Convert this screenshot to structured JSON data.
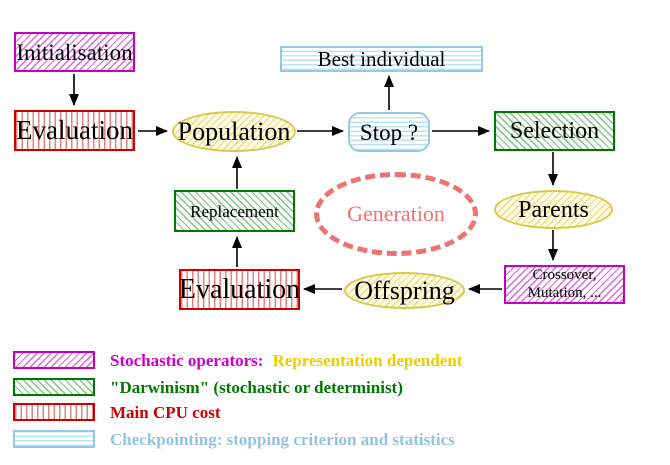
{
  "diagram": {
    "nodes": {
      "initialisation": "Initialisation",
      "evaluation_top": "Evaluation",
      "population": "Population",
      "best_individual": "Best individual",
      "stop": "Stop ?",
      "selection": "Selection",
      "parents": "Parents",
      "crossover_line1": "Crossover,",
      "crossover_line2": "Mutation, ...",
      "offspring": "Offspring",
      "evaluation_bottom": "Evaluation",
      "replacement": "Replacement",
      "generation": "Generation"
    },
    "legend": {
      "items": [
        {
          "swatch": "magenta-diagonal-hatch",
          "text": "Stochastic operators:",
          "text2": "Representation dependent"
        },
        {
          "swatch": "green-diagonal-hatch",
          "text": "\"Darwinism\" (stochastic or determinist)"
        },
        {
          "swatch": "red-vertical-stripes",
          "text": "Main CPU cost"
        },
        {
          "swatch": "cyan-horizontal-lines",
          "text": "Checkpointing: stopping criterion and statistics"
        }
      ]
    },
    "colors": {
      "magenta": "#cc00cc",
      "gold": "#eecc00",
      "green": "#007700",
      "red": "#cc0000",
      "light_blue": "#94c3e2",
      "salmon": "#ed7272",
      "yellow_border": "#d9c94b",
      "arrow_black": "#000000"
    }
  }
}
